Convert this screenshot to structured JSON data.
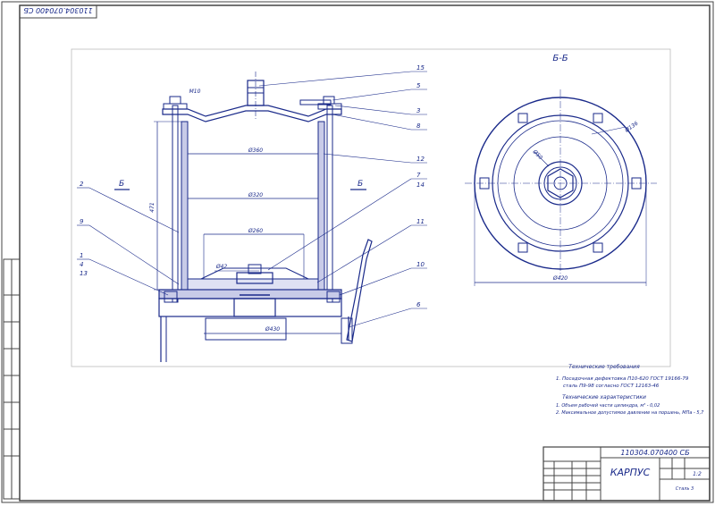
{
  "drawing": {
    "stamp_code_rotated": "110304.070400 СБ",
    "section_label": "Б-Б",
    "section_marker": "Б",
    "title_code": "110304.070400 СБ",
    "title_name": "КАРПУС",
    "sheet_scale": "1:2",
    "material_note": "Сталь 3"
  },
  "dimensions": {
    "d_top": "Ø360",
    "d_mid": "Ø320",
    "d_inner": "Ø260",
    "d_bolt": "Ø42",
    "d_base": "Ø430",
    "m10": "М10",
    "height": "471",
    "section_d1": "Ø136",
    "section_d2": "Ø50",
    "section_base": "Ø420"
  },
  "leaders": {
    "l15": "15",
    "l5": "5",
    "l3": "3",
    "l8": "8",
    "l12": "12",
    "l7": "7",
    "l14": "14",
    "l11": "11",
    "l10": "10",
    "l6": "6",
    "l2": "2",
    "l9": "9",
    "l1": "1",
    "l4": "4",
    "l13": "13"
  },
  "notes": {
    "heading": "Технические требования",
    "line1": "1. Посадочная дефектовка П10-620 ГОСТ 19166-79",
    "line2": "сталь П9-98 согласно ГОСТ 12163-46",
    "char_heading": "Технические характеристики",
    "char1": "1. Объем рабочей части цилиндра, м³ - 0,02",
    "char2": "2. Максимальное допустимое давление на поршень, МПа - 5,7"
  },
  "colors": {
    "ink": "#1a2a8a",
    "frame": "#333333"
  }
}
